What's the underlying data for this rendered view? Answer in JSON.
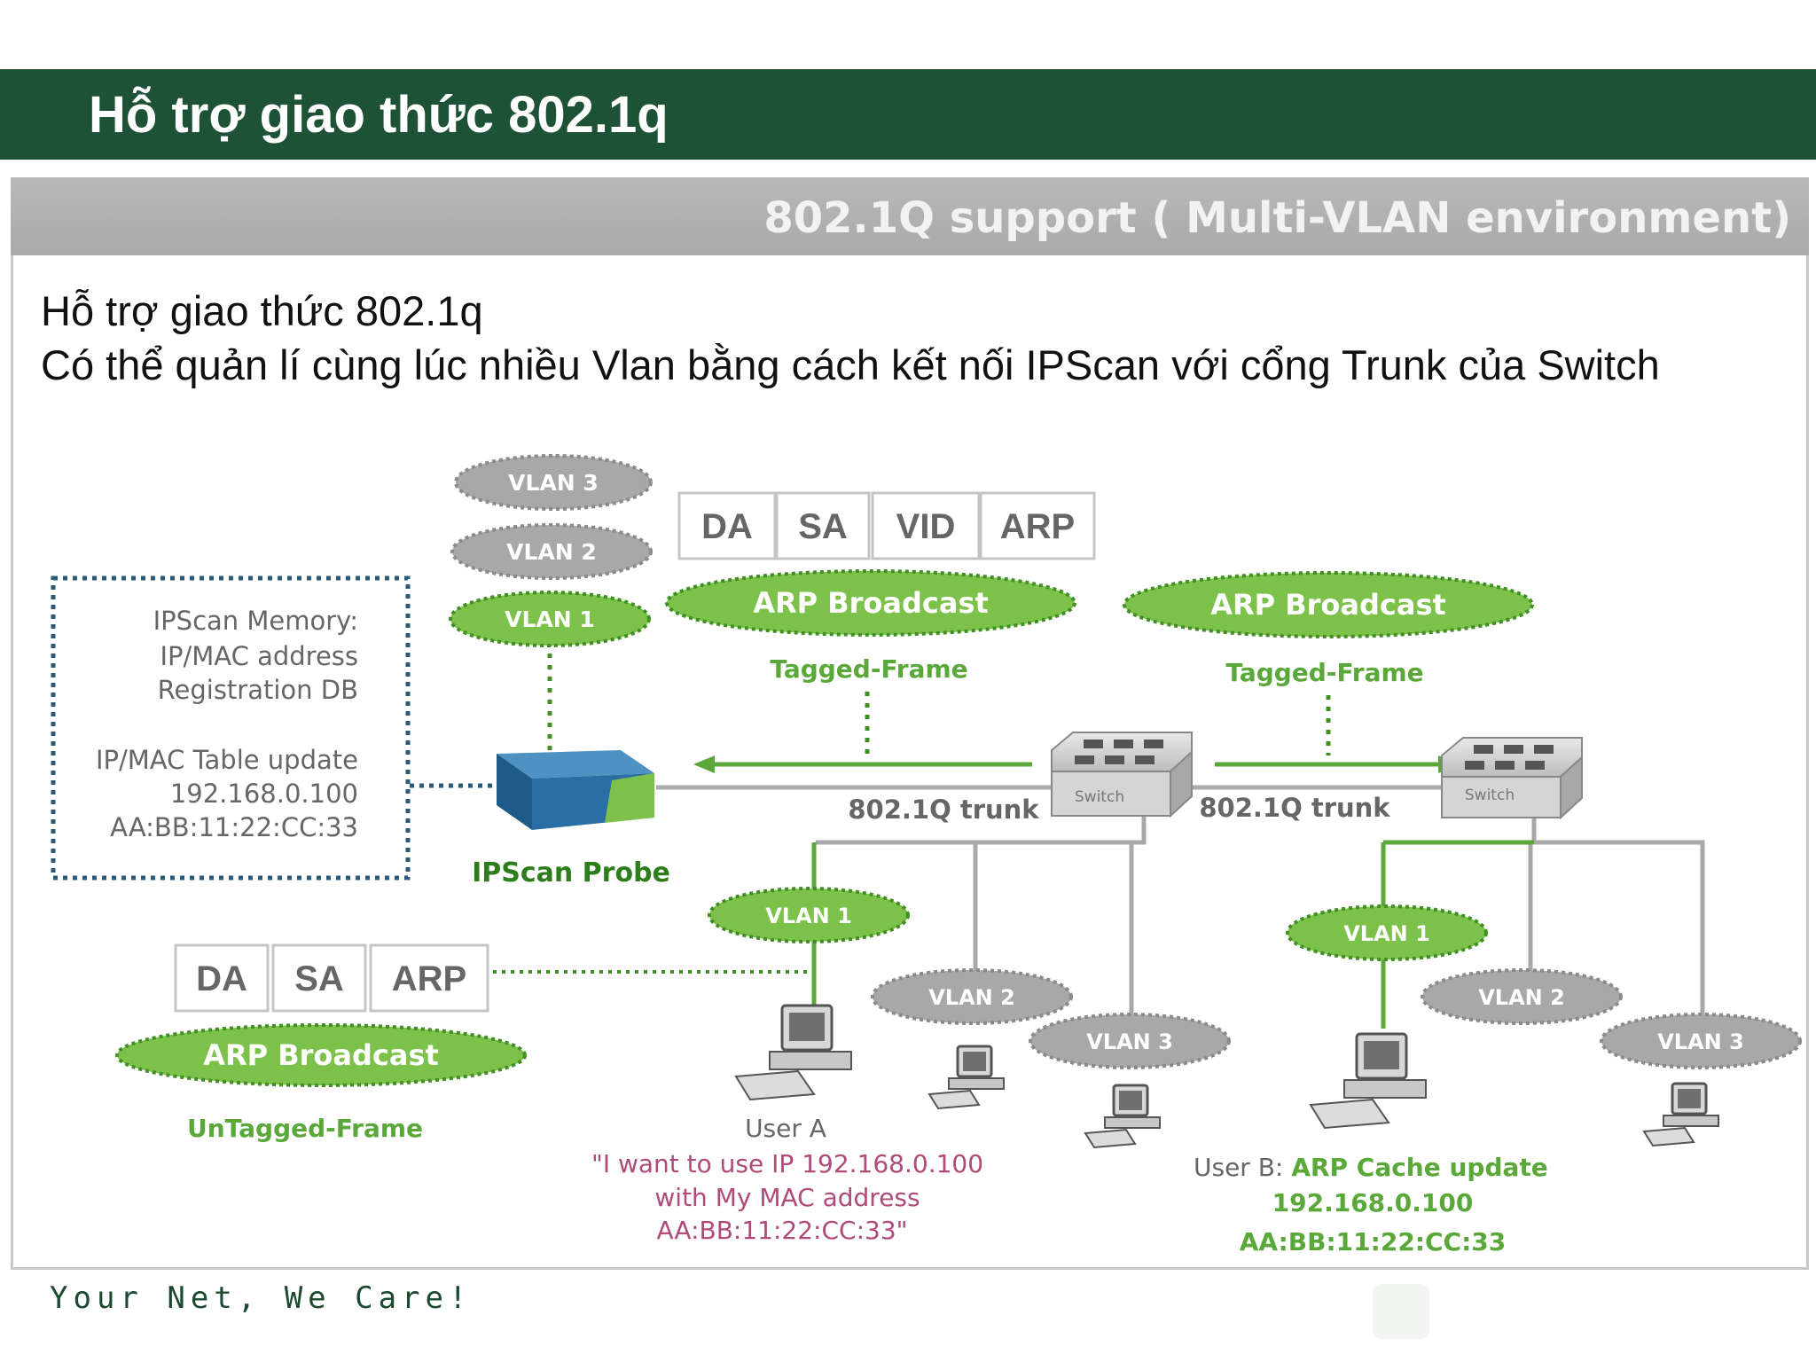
{
  "slide": {
    "title": "Hỗ trợ giao thức 802.1q",
    "banner": "802.1Q support ( Multi-VLAN environment)",
    "lines": [
      "Hỗ trợ giao thức 802.1q",
      "Có thể quản lí cùng lúc nhiều Vlan bằng cách kết nối IPScan với cổng Trunk của Switch"
    ],
    "footer": "Your Net, We Care!"
  },
  "diagram": {
    "memory_box": [
      "IPScan Memory:",
      "IP/MAC address",
      "Registration DB",
      "IP/MAC Table update",
      "192.168.0.100",
      "AA:BB:11:22:CC:33"
    ],
    "probe_label": "IPScan Probe",
    "probe_vlans": [
      "VLAN 3",
      "VLAN 2",
      "VLAN 1"
    ],
    "tagged_frame_fields": [
      "DA",
      "SA",
      "VID",
      "ARP"
    ],
    "untagged_frame_fields": [
      "DA",
      "SA",
      "ARP"
    ],
    "arp_broadcast": "ARP Broadcast",
    "tagged_frame": "Tagged-Frame",
    "untagged_frame": "UnTagged-Frame",
    "trunk_label": "802.1Q trunk",
    "switch_label": "Switch",
    "user_vlans": [
      "VLAN 1",
      "VLAN 2",
      "VLAN 3"
    ],
    "user_a": {
      "name": "User A",
      "quote": [
        "\"I want to use IP 192.168.0.100",
        "with My MAC address",
        "AA:BB:11:22:CC:33\""
      ]
    },
    "user_b": {
      "name": "User B: ",
      "status": "ARP Cache update",
      "lines": [
        "192.168.0.100",
        "AA:BB:11:22:CC:33"
      ]
    },
    "colors": {
      "green_fill": "#7cc24a",
      "green_dark": "#3f8f22",
      "gray_fill": "#a8a8a8",
      "magenta": "#b04a7a",
      "label_gray": "#666666",
      "probe_green": "#2e7d1c"
    }
  }
}
